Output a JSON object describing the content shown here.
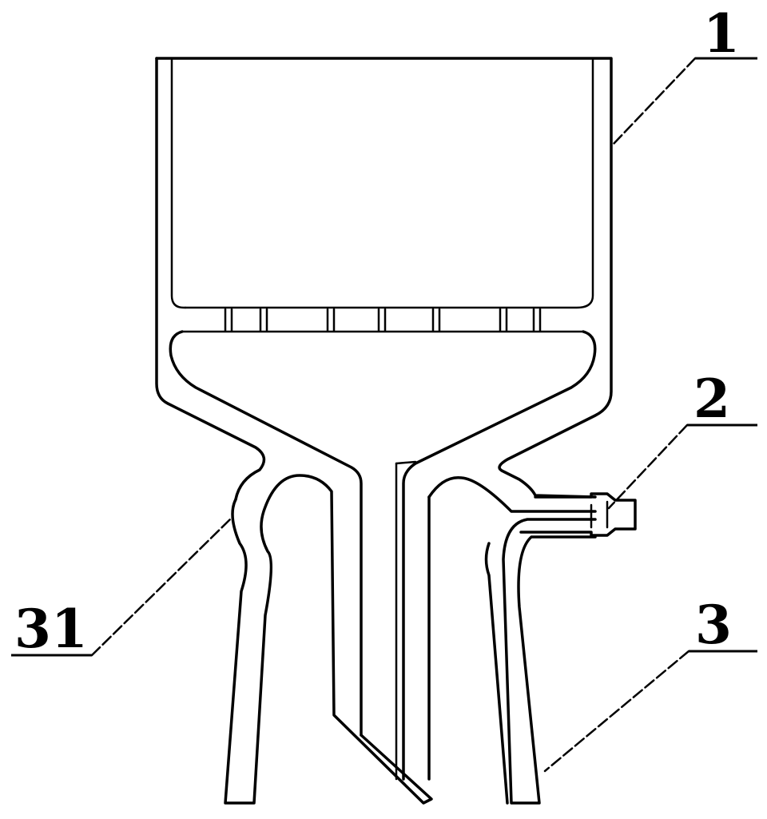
{
  "callouts": {
    "label_1": "1",
    "label_2": "2",
    "label_3": "3",
    "label_31": "31"
  }
}
